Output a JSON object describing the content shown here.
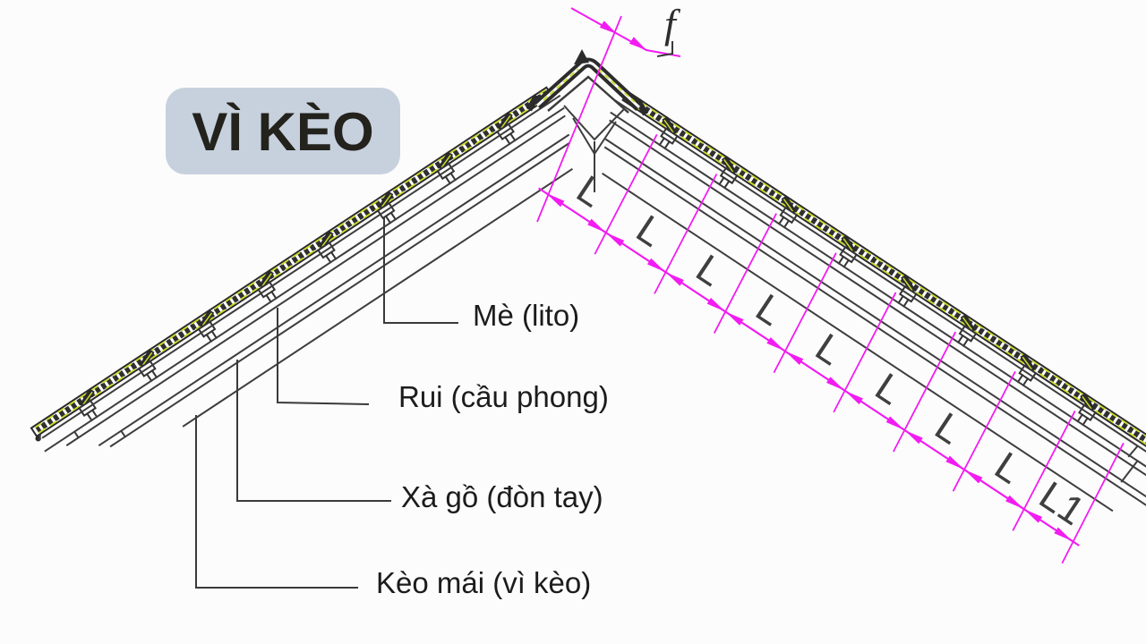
{
  "title": {
    "label": "VÌ KÈO"
  },
  "callouts": [
    {
      "label": "Mè (lito)"
    },
    {
      "label": "Rui (cầu phong)"
    },
    {
      "label": "Xà gồ (đòn tay)"
    },
    {
      "label": "Kèo mái (vì kèo)"
    }
  ],
  "dimensions": {
    "ridge_offset_label": "f",
    "segments": [
      "L",
      "L",
      "L",
      "L",
      "L",
      "L",
      "L",
      "L",
      "L1"
    ]
  },
  "colors": {
    "dimension_magenta": "#f21cf2",
    "batten_highlight_yellow": "#ccdc2e",
    "drawing_line": "#3d3d3d",
    "title_box_bg": "#c7d1de",
    "title_text": "#23221c",
    "background": "#fcfcfc"
  }
}
